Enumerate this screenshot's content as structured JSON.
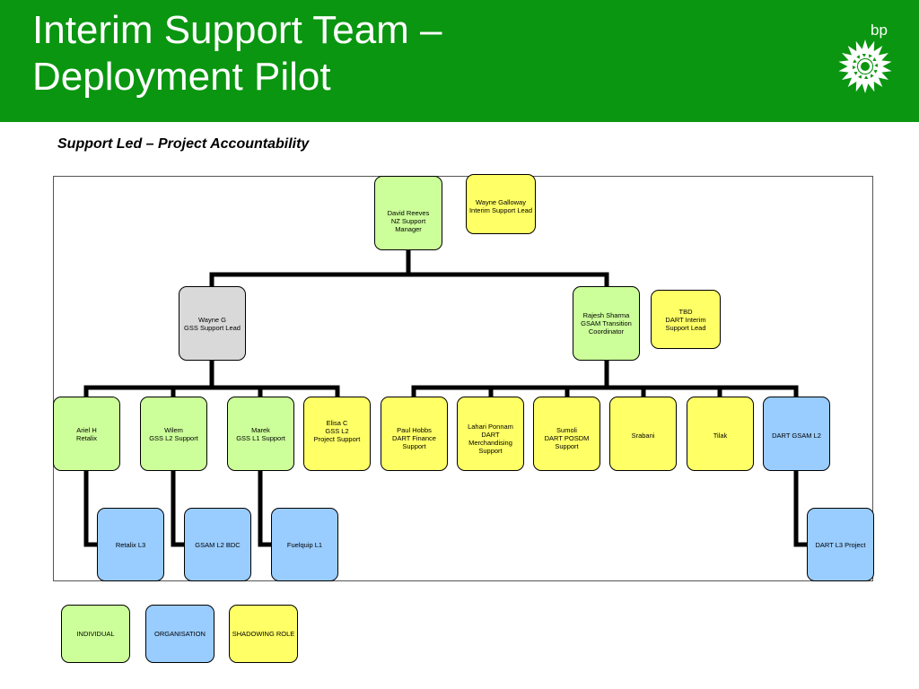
{
  "header": {
    "title_line1": "Interim Support Team –",
    "title_line2": "Deployment Pilot",
    "logo_text": "bp",
    "bg_color": "#0a9610"
  },
  "subtitle": "Support Led – Project Accountability",
  "nodes": {
    "david_reeves": "David Reeves\nNZ Support Manager",
    "wayne_galloway": "Wayne Galloway\nInterim Support Lead",
    "wayne_g": "Wayne G\nGSS Support Lead",
    "rajesh_sharma": "Rajesh Sharma\nGSAM Transition\nCoordinator",
    "tbd": "TBD\nDART Interim\nSupport Lead",
    "ariel_h": "Ariel H\nRetalix",
    "wilem": "Wilem\nGSS L2 Support",
    "marek": "Marek\nGSS L1 Support",
    "elisa_c": "Elisa C\nGSS L2\nProject Support",
    "paul_hobbs": "Paul Hobbs\nDART Finance Support",
    "lahari_ponnam": "Lahari  Ponnam\nDART Merchandising\nSupport",
    "sumoli": "Sumoli\nDART POSDM Support",
    "srabani": "Srabani",
    "tilak": "Tilak",
    "dart_gsam_l2": "DART GSAM L2",
    "retalix_l3": "Retalix L3",
    "gsam_l2_bdc": "GSAM L2 BDC",
    "fuelquip_l1": "Fuelquip L1",
    "dart_l3_project": "DART L3 Project"
  },
  "legend": {
    "individual": "INDIVIDUAL",
    "organisation": "ORGANISATION",
    "shadowing_role": "SHADOWING ROLE"
  },
  "colors": {
    "individual": "#ccff99",
    "organisation": "#99ccff",
    "shadowing": "#ffff66",
    "vacant": "#d9d9d9"
  }
}
